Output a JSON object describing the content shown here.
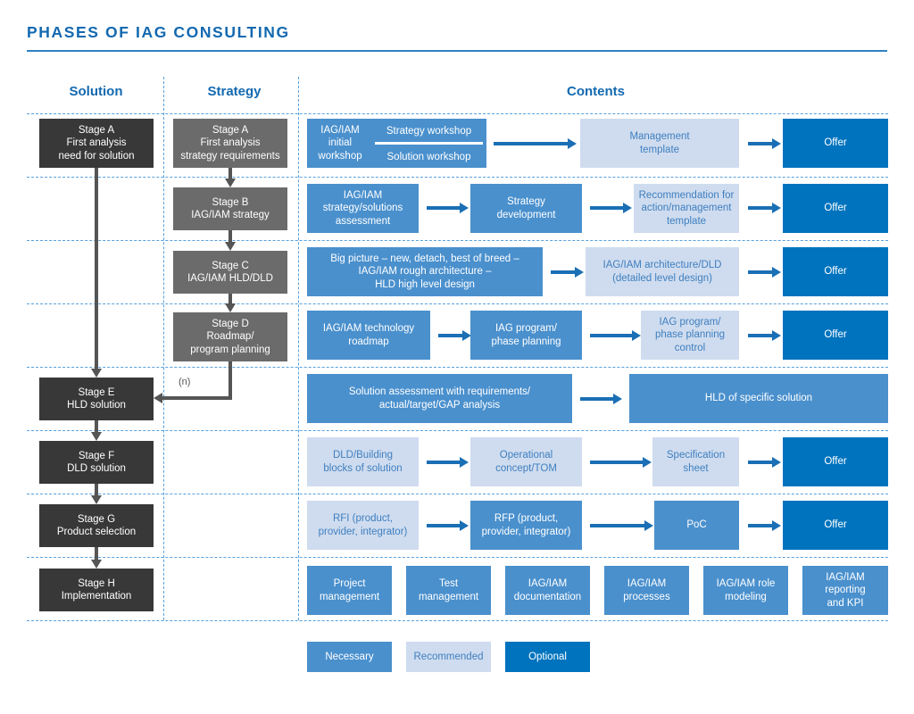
{
  "title": "PHASES OF IAG CONSULTING",
  "columns": {
    "solution": "Solution",
    "strategy": "Strategy",
    "contents": "Contents"
  },
  "solution_stages": [
    {
      "id": "A",
      "line1": "Stage A",
      "line2": "First analysis",
      "line3": "need for solution"
    },
    {
      "id": "E",
      "line1": "Stage E",
      "line2": "HLD solution"
    },
    {
      "id": "F",
      "line1": "Stage F",
      "line2": "DLD solution"
    },
    {
      "id": "G",
      "line1": "Stage G",
      "line2": "Product selection"
    },
    {
      "id": "H",
      "line1": "Stage H",
      "line2": "Implementation"
    }
  ],
  "strategy_stages": [
    {
      "id": "A",
      "line1": "Stage A",
      "line2": "First analysis",
      "line3": "strategy requirements"
    },
    {
      "id": "B",
      "line1": "Stage B",
      "line2": "IAG/IAM strategy"
    },
    {
      "id": "C",
      "line1": "Stage C",
      "line2": "IAG/IAM HLD/DLD"
    },
    {
      "id": "D",
      "line1": "Stage D",
      "line2": "Roadmap/",
      "line3": "program planning"
    }
  ],
  "loop_label": "(n)",
  "row1": {
    "initial_workshop": "IAG/IAM\ninitial\nworkshop",
    "strategy_workshop": "Strategy workshop",
    "solution_workshop": "Solution workshop",
    "management_template": "Management\ntemplate",
    "offer": "Offer"
  },
  "row2": {
    "assessment": "IAG/IAM\nstrategy/solutions\nassessment",
    "development": "Strategy\ndevelopment",
    "recommendation": "Recommendation for\naction/management\ntemplate",
    "offer": "Offer"
  },
  "row3": {
    "big_picture": "Big picture – new, detach, best of breed –\nIAG/IAM rough architecture –\nHLD high level design",
    "architecture": "IAG/IAM architecture/DLD\n(detailed level design)",
    "offer": "Offer"
  },
  "row4": {
    "roadmap": "IAG/IAM technology\nroadmap",
    "phase_planning": "IAG program/\nphase planning",
    "phase_planning_control": "IAG program/\nphase planning\ncontrol",
    "offer": "Offer"
  },
  "row5": {
    "solution_assessment": "Solution assessment with requirements/\nactual/target/GAP analysis",
    "hld_specific": "HLD of specific solution"
  },
  "row6": {
    "dld_blocks": "DLD/Building\nblocks of solution",
    "operational": "Operational\nconcept/TOM",
    "spec_sheet": "Specification\nsheet",
    "offer": "Offer"
  },
  "row7": {
    "rfi": "RFI (product,\nprovider, integrator)",
    "rfp": "RFP (product,\nprovider, integrator)",
    "poc": "PoC",
    "offer": "Offer"
  },
  "row8": [
    "Project\nmanagement",
    "Test\nmanagement",
    "IAG/IAM\ndocumentation",
    "IAG/IAM\nprocesses",
    "IAG/IAM role\nmodeling",
    "IAG/IAM\nreporting\nand KPI"
  ],
  "legend": [
    {
      "label": "Necessary",
      "color": "#4a90cd"
    },
    {
      "label": "Recommended",
      "color": "#cfdcef"
    },
    {
      "label": "Optional",
      "color": "#0073be"
    }
  ],
  "colors": {
    "brand_blue": "#1369b0",
    "dash_blue": "#57a0dd",
    "dark_box": "#383838",
    "grey_box": "#6b6b6b",
    "arrow_blue": "#1a6fb5",
    "arrow_grey": "#555555"
  }
}
